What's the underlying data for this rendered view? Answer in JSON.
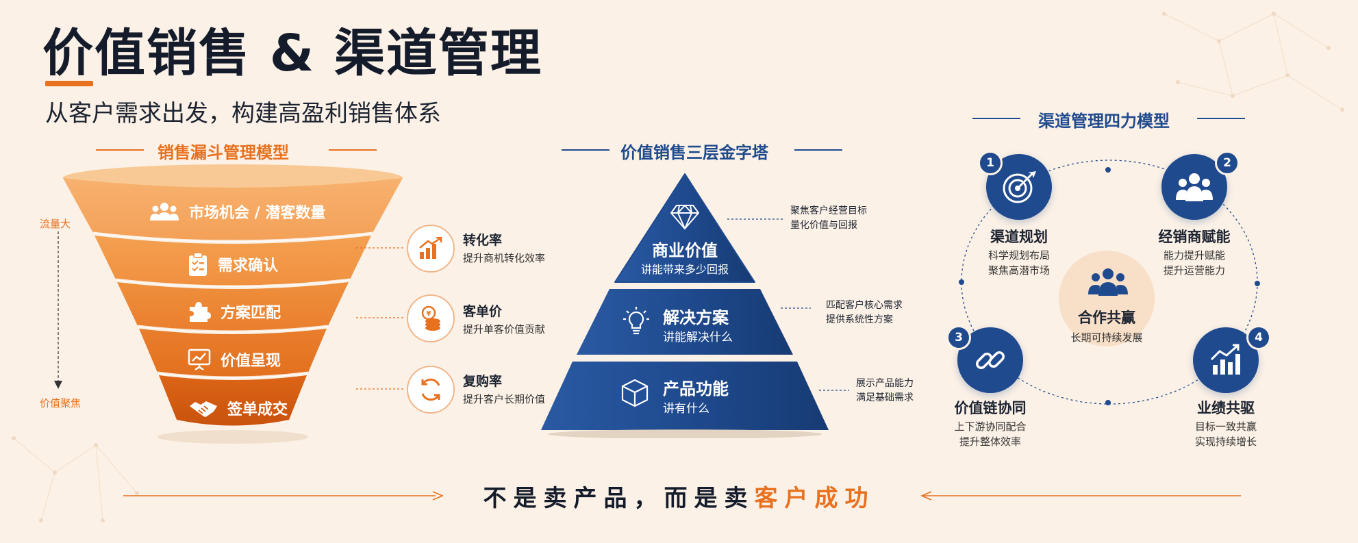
{
  "header": {
    "title": "价值销售 & 渠道管理",
    "subtitle": "从客户需求出发，构建高盈利销售体系"
  },
  "funnel": {
    "heading": "销售漏斗管理模型",
    "side_top": "流量大",
    "side_bottom": "价值聚焦",
    "stages": [
      {
        "label": "市场机会 / 潜客数量",
        "icon": "people-icon"
      },
      {
        "label": "需求确认",
        "icon": "clipboard-icon"
      },
      {
        "label": "方案匹配",
        "icon": "puzzle-icon"
      },
      {
        "label": "价值呈现",
        "icon": "presentation-icon"
      },
      {
        "label": "签单成交",
        "icon": "handshake-icon"
      }
    ],
    "metrics": [
      {
        "title": "转化率",
        "desc": "提升商机转化效率",
        "icon": "bar-chart-icon"
      },
      {
        "title": "客单价",
        "desc": "提升单客价值贡献",
        "icon": "coins-icon"
      },
      {
        "title": "复购率",
        "desc": "提升客户长期价值",
        "icon": "cycle-icon"
      }
    ]
  },
  "pyramid": {
    "heading": "价值销售三层金字塔",
    "levels": [
      {
        "title": "商业价值",
        "desc": "讲能带来多少回报",
        "icon": "diamond-icon",
        "note1": "聚焦客户经营目标",
        "note2": "量化价值与回报"
      },
      {
        "title": "解决方案",
        "desc": "讲能解决什么",
        "icon": "lightbulb-icon",
        "note1": "匹配客户核心需求",
        "note2": "提供系统性方案"
      },
      {
        "title": "产品功能",
        "desc": "讲有什么",
        "icon": "box-icon",
        "note1": "展示产品能力",
        "note2": "满足基础需求"
      }
    ]
  },
  "channel": {
    "heading": "渠道管理四力模型",
    "center": {
      "title": "合作共赢",
      "desc": "长期可持续发展",
      "icon": "team-icon"
    },
    "nodes": [
      {
        "num": "1",
        "title": "渠道规划",
        "desc1": "科学规划布局",
        "desc2": "聚焦高潜市场",
        "icon": "target-icon"
      },
      {
        "num": "2",
        "title": "经销商赋能",
        "desc1": "能力提升赋能",
        "desc2": "提升运营能力",
        "icon": "group-icon"
      },
      {
        "num": "3",
        "title": "价值链协同",
        "desc1": "上下游协同配合",
        "desc2": "提升整体效率",
        "icon": "link-icon"
      },
      {
        "num": "4",
        "title": "业绩共驱",
        "desc1": "目标一致共赢",
        "desc2": "实现持续增长",
        "icon": "growth-chart-icon"
      }
    ]
  },
  "slogan": {
    "part1": "不是卖产品，而是卖",
    "part2": "客户成功"
  },
  "colors": {
    "orange": "#e8711f",
    "navy": "#1f4a8e",
    "background": "#fbf1e6"
  }
}
